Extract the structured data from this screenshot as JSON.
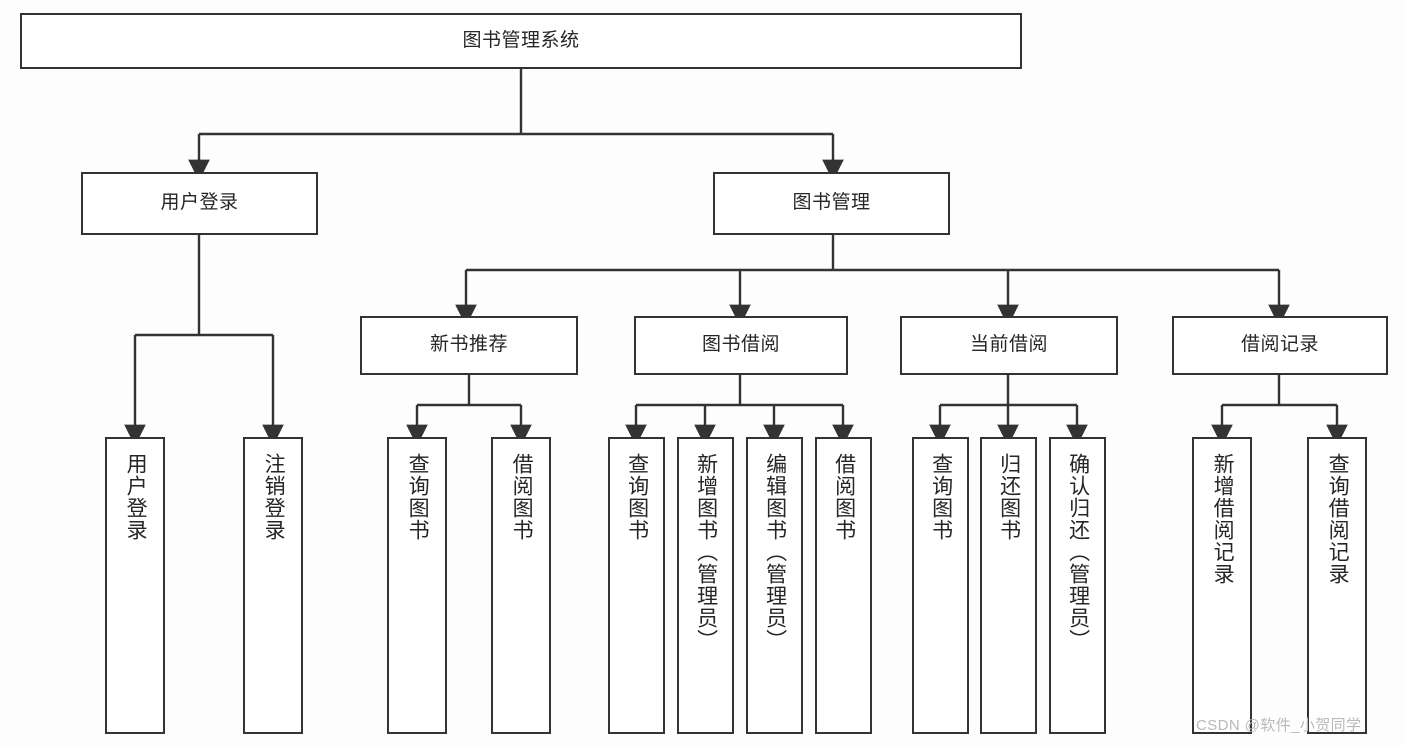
{
  "diagram": {
    "title": "图书管理系统",
    "watermark": "CSDN @软件_小贺同学",
    "line_color": "#333333",
    "box_fill": "#ffffff",
    "text_color": "#262626",
    "type": "tree-hierarchy",
    "levels": 4
  },
  "nodes": {
    "root": {
      "label": "图书管理系统"
    },
    "level1": [
      {
        "label": "用户登录"
      },
      {
        "label": "图书管理"
      }
    ],
    "level2": [
      {
        "label": "新书推荐"
      },
      {
        "label": "图书借阅"
      },
      {
        "label": "当前借阅"
      },
      {
        "label": "借阅记录"
      }
    ],
    "leaves_user_login": [
      {
        "label": "用户登录"
      },
      {
        "label": "注销登录"
      }
    ],
    "leaves_new_book": [
      {
        "label": "查询图书"
      },
      {
        "label": "借阅图书"
      }
    ],
    "leaves_borrow": [
      {
        "label": "查询图书"
      },
      {
        "label": "新增图书（管理员）"
      },
      {
        "label": "编辑图书（管理员）"
      },
      {
        "label": "借阅图书"
      }
    ],
    "leaves_current": [
      {
        "label": "查询图书"
      },
      {
        "label": "归还图书"
      },
      {
        "label": "确认归还（管理员）"
      }
    ],
    "leaves_record": [
      {
        "label": "新增借阅记录"
      },
      {
        "label": "查询借阅记录"
      }
    ]
  }
}
